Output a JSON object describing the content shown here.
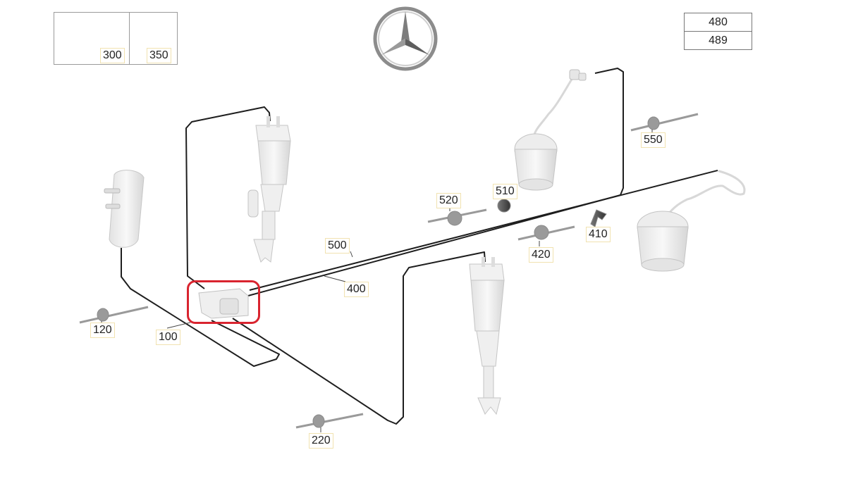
{
  "header": {
    "logo": "mercedes-star-logo",
    "ref_numbers": [
      "480",
      "489"
    ]
  },
  "inset": {
    "items": [
      {
        "label": "300",
        "icon": "fitting-connector-icon"
      },
      {
        "label": "350",
        "icon": "nut-fitting-icon"
      }
    ]
  },
  "parts": {
    "p100": "100",
    "p120": "120",
    "p220": "220",
    "p400": "400",
    "p410": "410",
    "p420": "420",
    "p500": "500",
    "p510": "510",
    "p520": "520",
    "p550": "550"
  },
  "colors": {
    "line": "#1e1e1e",
    "part_fill": "#eeeeee",
    "part_stroke": "#bcbcbc",
    "highlight": "#d9242f",
    "label_border": "#f1e2b0"
  }
}
